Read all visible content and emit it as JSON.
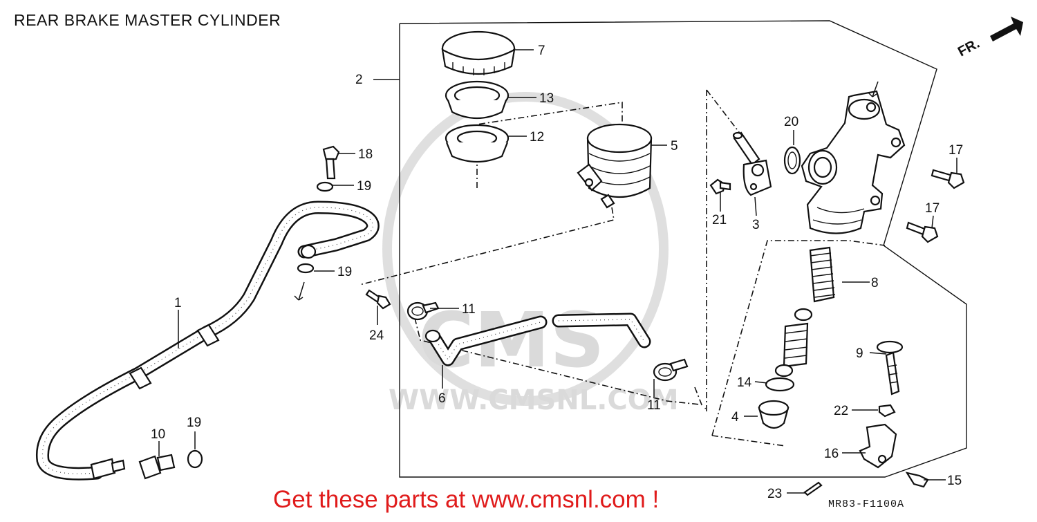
{
  "title": "REAR BRAKE MASTER CYLINDER",
  "direction_marker": "FR.",
  "call_to_action": "Get these parts at www.cmsnl.com !",
  "diagram_code": "MR83-F1100A",
  "watermark": {
    "brand": "CMS",
    "url": "WWW.CMSNL.COM"
  },
  "colors": {
    "accent_red": "#e01b1b",
    "line": "#111111",
    "watermark_gray": "#d6d6d6"
  },
  "parts": {
    "p1": "1",
    "p2": "2",
    "p3": "3",
    "p4": "4",
    "p5": "5",
    "p6": "6",
    "p7": "7",
    "p8": "8",
    "p9": "9",
    "p10": "10",
    "p11a": "11",
    "p11b": "11",
    "p12": "12",
    "p13": "13",
    "p14": "14",
    "p15": "15",
    "p16": "16",
    "p17a": "17",
    "p17b": "17",
    "p18": "18",
    "p19a": "19",
    "p19b": "19",
    "p19c": "19",
    "p20": "20",
    "p21": "21",
    "p22": "22",
    "p23": "23",
    "p24": "24"
  }
}
